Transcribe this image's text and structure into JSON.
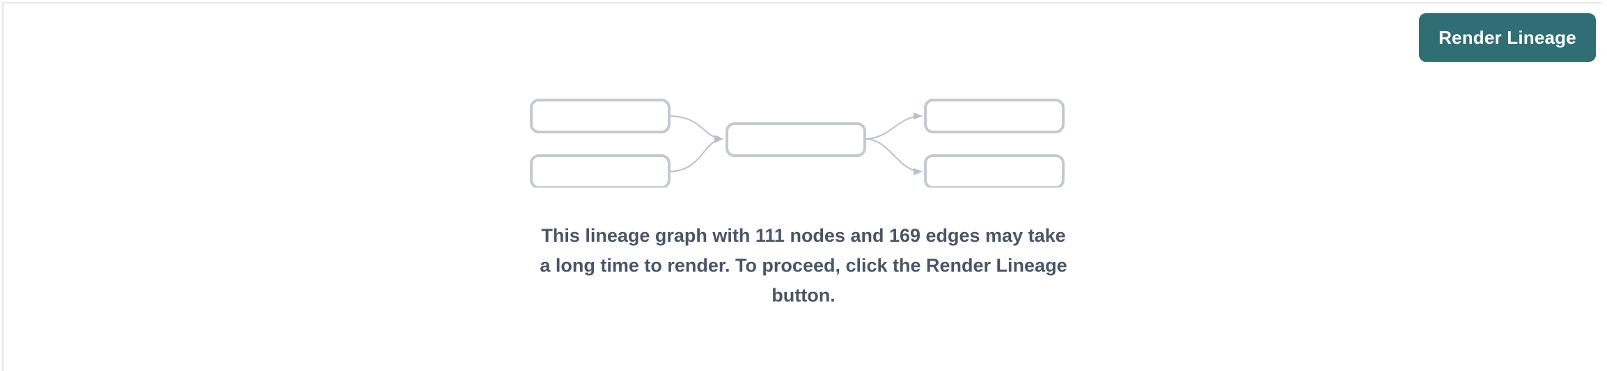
{
  "theme": {
    "background": "#ffffff",
    "accent": "#2f6e72",
    "rule_color": "#e4e6ea",
    "node_stroke": "#c3c9d4",
    "edge_stroke": "#b9c0cc",
    "message_color": "#4a5568"
  },
  "toolbar": {
    "render_lineage_label": "Render Lineage"
  },
  "placeholder_graph": {
    "description": "lineage-graph-placeholder-illustration",
    "nodes": [
      {
        "id": "left-top",
        "label": ""
      },
      {
        "id": "left-bottom",
        "label": ""
      },
      {
        "id": "center",
        "label": ""
      },
      {
        "id": "right-top",
        "label": ""
      },
      {
        "id": "right-bottom",
        "label": ""
      }
    ],
    "edges": [
      {
        "from": "left-top",
        "to": "center"
      },
      {
        "from": "left-bottom",
        "to": "center"
      },
      {
        "from": "center",
        "to": "right-top"
      },
      {
        "from": "center",
        "to": "right-bottom"
      }
    ]
  },
  "message": {
    "text": "This lineage graph with 111 nodes and 169 edges may take a long time to render. To proceed, click the Render Lineage button.",
    "node_count": 111,
    "edge_count": 169
  }
}
